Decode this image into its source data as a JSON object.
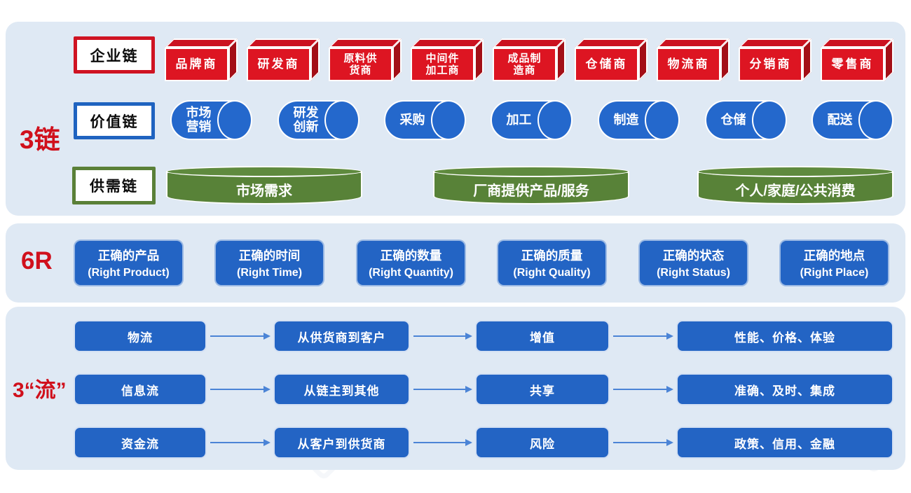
{
  "colors": {
    "panel_bg": "#dfe9f4",
    "red_accent": "#d0101c",
    "red_box_front": "#dd1522",
    "red_box_side": "#a30f17",
    "blue_box": "#2364c4",
    "blue_cylinder": "#2468cc",
    "green_disk": "#588238",
    "arrow": "#4b84d6"
  },
  "panels": {
    "chains": {
      "side_label": "3链",
      "rows": {
        "enterprise": {
          "label": "企业链",
          "items": [
            "品牌商",
            "研发商",
            "原料供\n货商",
            "中间件\n加工商",
            "成品制\n造商",
            "仓储商",
            "物流商",
            "分销商",
            "零售商"
          ]
        },
        "value": {
          "label": "价值链",
          "items": [
            "市场\n营销",
            "研发\n创新",
            "采购",
            "加工",
            "制造",
            "仓储",
            "配送"
          ]
        },
        "supply": {
          "label": "供需链",
          "items": [
            "市场需求",
            "厂商提供产品/服务",
            "个人/家庭/公共消费"
          ]
        }
      }
    },
    "six_r": {
      "side_label": "6R",
      "items": [
        {
          "zh": "正确的产品",
          "en": "(Right Product)"
        },
        {
          "zh": "正确的时间",
          "en": "(Right Time)"
        },
        {
          "zh": "正确的数量",
          "en": "(Right Quantity)"
        },
        {
          "zh": "正确的质量",
          "en": "(Right Quality)"
        },
        {
          "zh": "正确的状态",
          "en": "(Right Status)"
        },
        {
          "zh": "正确的地点",
          "en": "(Right Place)"
        }
      ]
    },
    "flows": {
      "side_label": "3“流”",
      "rows": [
        {
          "name": "物流",
          "path": "从供货商到客户",
          "theme": "增值",
          "traits": "性能、价格、体验"
        },
        {
          "name": "信息流",
          "path": "从链主到其他",
          "theme": "共享",
          "traits": "准确、及时、集成"
        },
        {
          "name": "资金流",
          "path": "从客户到供货商",
          "theme": "风险",
          "traits": "政策、信用、金融"
        }
      ]
    }
  }
}
